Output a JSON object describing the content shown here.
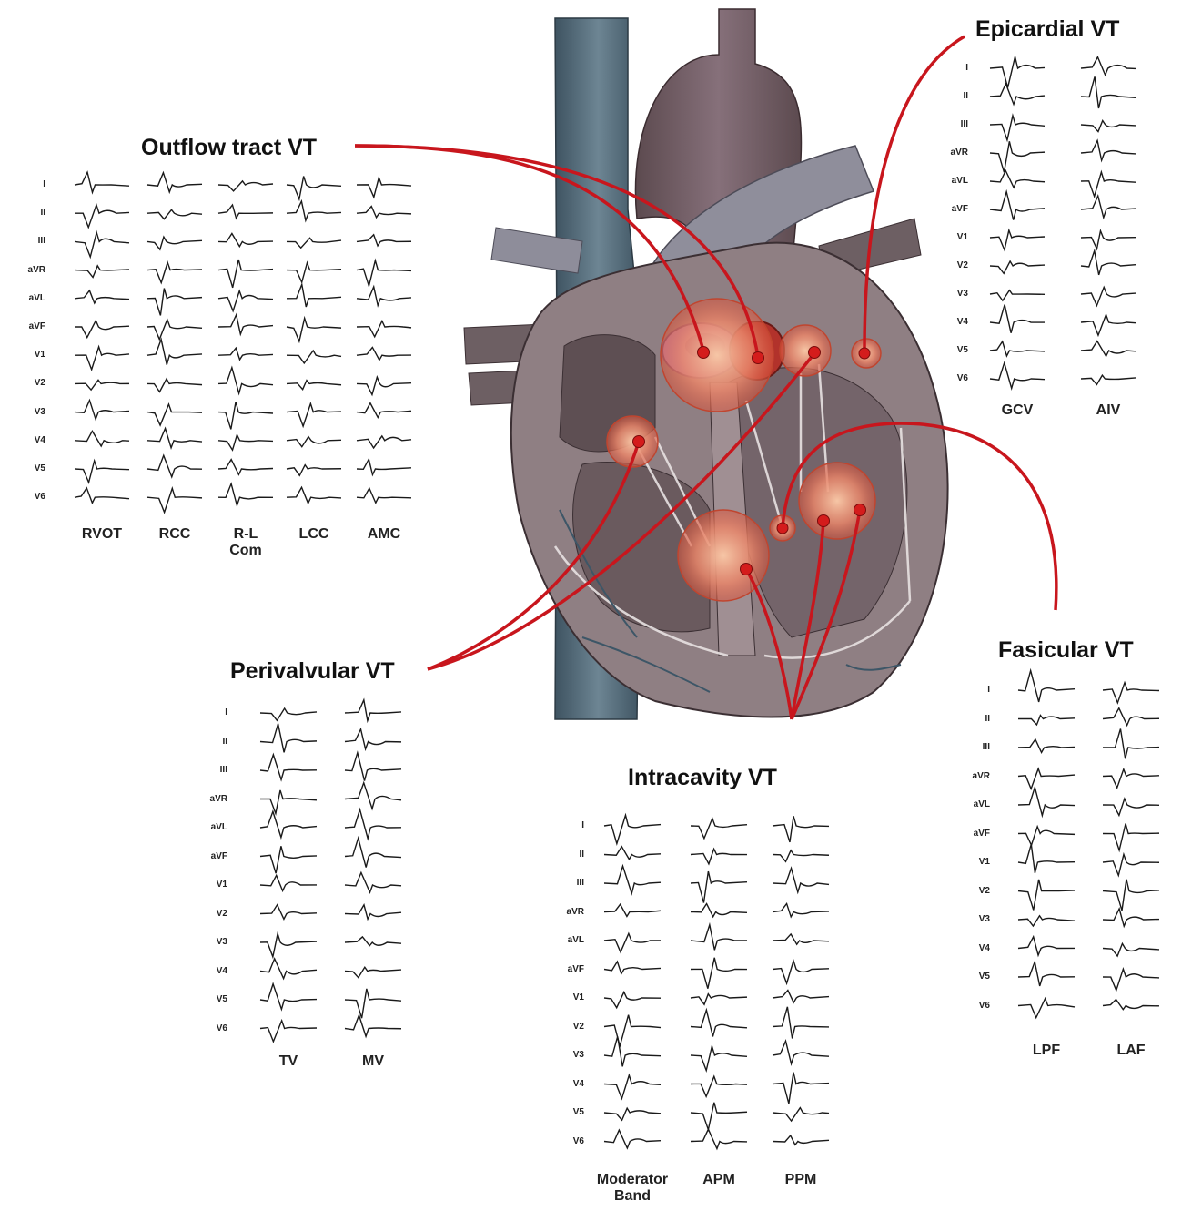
{
  "groups": [
    {
      "id": "outflow",
      "title": "Outflow tract VT",
      "columns": [
        "RVOT",
        "RCC",
        "R-L\nCom",
        "LCC",
        "AMC"
      ]
    },
    {
      "id": "epicardial",
      "title": "Epicardial VT",
      "columns": [
        "GCV",
        "AIV"
      ]
    },
    {
      "id": "perivalvular",
      "title": "Perivalvular VT",
      "columns": [
        "TV",
        "MV"
      ]
    },
    {
      "id": "intracavity",
      "title": "Intracavity VT",
      "columns": [
        "Moderator\nBand",
        "APM",
        "PPM"
      ]
    },
    {
      "id": "fasicular",
      "title": "Fasicular VT",
      "columns": [
        "LPF",
        "LAF"
      ]
    }
  ],
  "leads": [
    "I",
    "II",
    "III",
    "aVR",
    "aVL",
    "aVF",
    "V1",
    "V2",
    "V3",
    "V4",
    "V5",
    "V6"
  ],
  "colors": {
    "leader_line": "#c8161d",
    "marker": "#d41c1c",
    "highlight_fill": "#e9866a",
    "myocardium": "#8f7f83",
    "vein": "#4f6574",
    "aorta": "#6f5a5e",
    "pulmonary": "#9a9aa6",
    "valve": "#b48fc0"
  }
}
